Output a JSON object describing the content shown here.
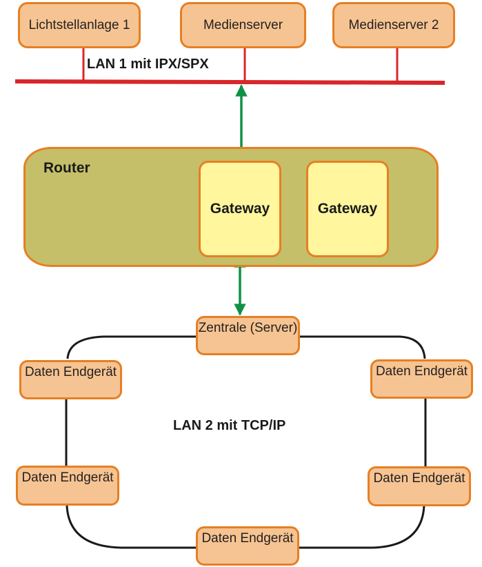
{
  "lan1": {
    "label": "LAN 1 mit IPX/SPX",
    "bus_color": "#d9262a",
    "devices": [
      {
        "label": "Lichtstellanlage 1"
      },
      {
        "label": "Medienserver"
      },
      {
        "label": "Medienserver 2"
      }
    ]
  },
  "router": {
    "label": "Router",
    "fill_color": "#c5bf69",
    "gateways": [
      {
        "label": "Gateway"
      },
      {
        "label": "Gateway"
      }
    ]
  },
  "link_color": "#0e9146",
  "lan2": {
    "label": "LAN 2 mit TCP/IP",
    "ring_color": "#1a1a1a",
    "server": {
      "label": "Zentrale (Server)"
    },
    "terminals": [
      {
        "label": "Daten Endgerät"
      },
      {
        "label": "Daten Endgerät"
      },
      {
        "label": "Daten Endgerät"
      },
      {
        "label": "Daten Endgerät"
      },
      {
        "label": "Daten Endgerät"
      }
    ]
  },
  "colors": {
    "node_fill": "#f6c492",
    "node_border": "#e57f24",
    "gateway_fill": "#fff69d"
  }
}
